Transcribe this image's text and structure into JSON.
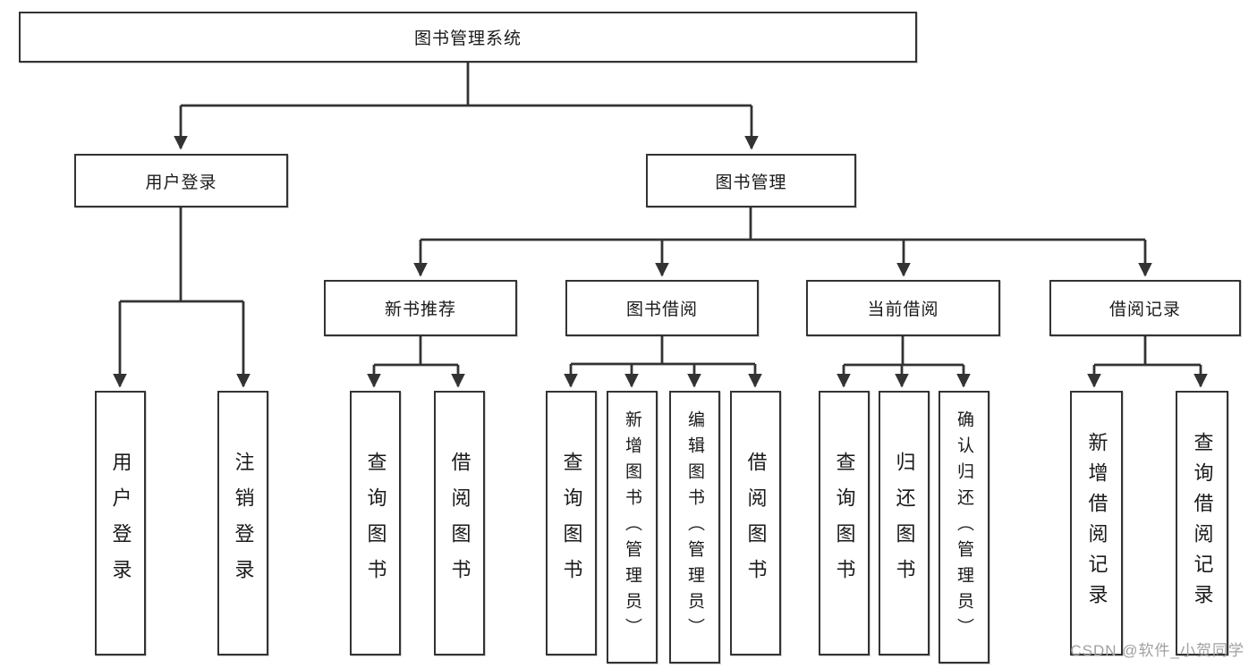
{
  "nodes": {
    "root": {
      "label": "图书管理系统"
    },
    "user_login": {
      "label": "用户登录"
    },
    "book_mgmt": {
      "label": "图书管理"
    },
    "new_book_rec": {
      "label": "新书推荐"
    },
    "book_borrow": {
      "label": "图书借阅"
    },
    "current_borrow": {
      "label": "当前借阅"
    },
    "borrow_records": {
      "label": "借阅记录"
    },
    "leaf_user_login": {
      "label": "用户登录"
    },
    "leaf_logout": {
      "label": "注销登录"
    },
    "leaf_nb_query": {
      "label": "查询图书"
    },
    "leaf_nb_borrow": {
      "label": "借阅图书"
    },
    "leaf_bb_query": {
      "label": "查询图书"
    },
    "leaf_bb_add": {
      "label": "新增图书（管理员）"
    },
    "leaf_bb_edit": {
      "label": "编辑图书（管理员）"
    },
    "leaf_bb_borrow": {
      "label": "借阅图书"
    },
    "leaf_cb_query": {
      "label": "查询图书"
    },
    "leaf_cb_return": {
      "label": "归还图书"
    },
    "leaf_cb_confirm": {
      "label": "确认归还（管理员）"
    },
    "leaf_br_add": {
      "label": "新增借阅记录"
    },
    "leaf_br_query": {
      "label": "查询借阅记录"
    }
  },
  "watermark": {
    "text": "CSDN @软件_小贺同学"
  },
  "colors": {
    "line": "#333333",
    "box_border": "#333333",
    "text": "#1a1a1a",
    "watermark": "#a0a0a0",
    "background": "#ffffff"
  }
}
